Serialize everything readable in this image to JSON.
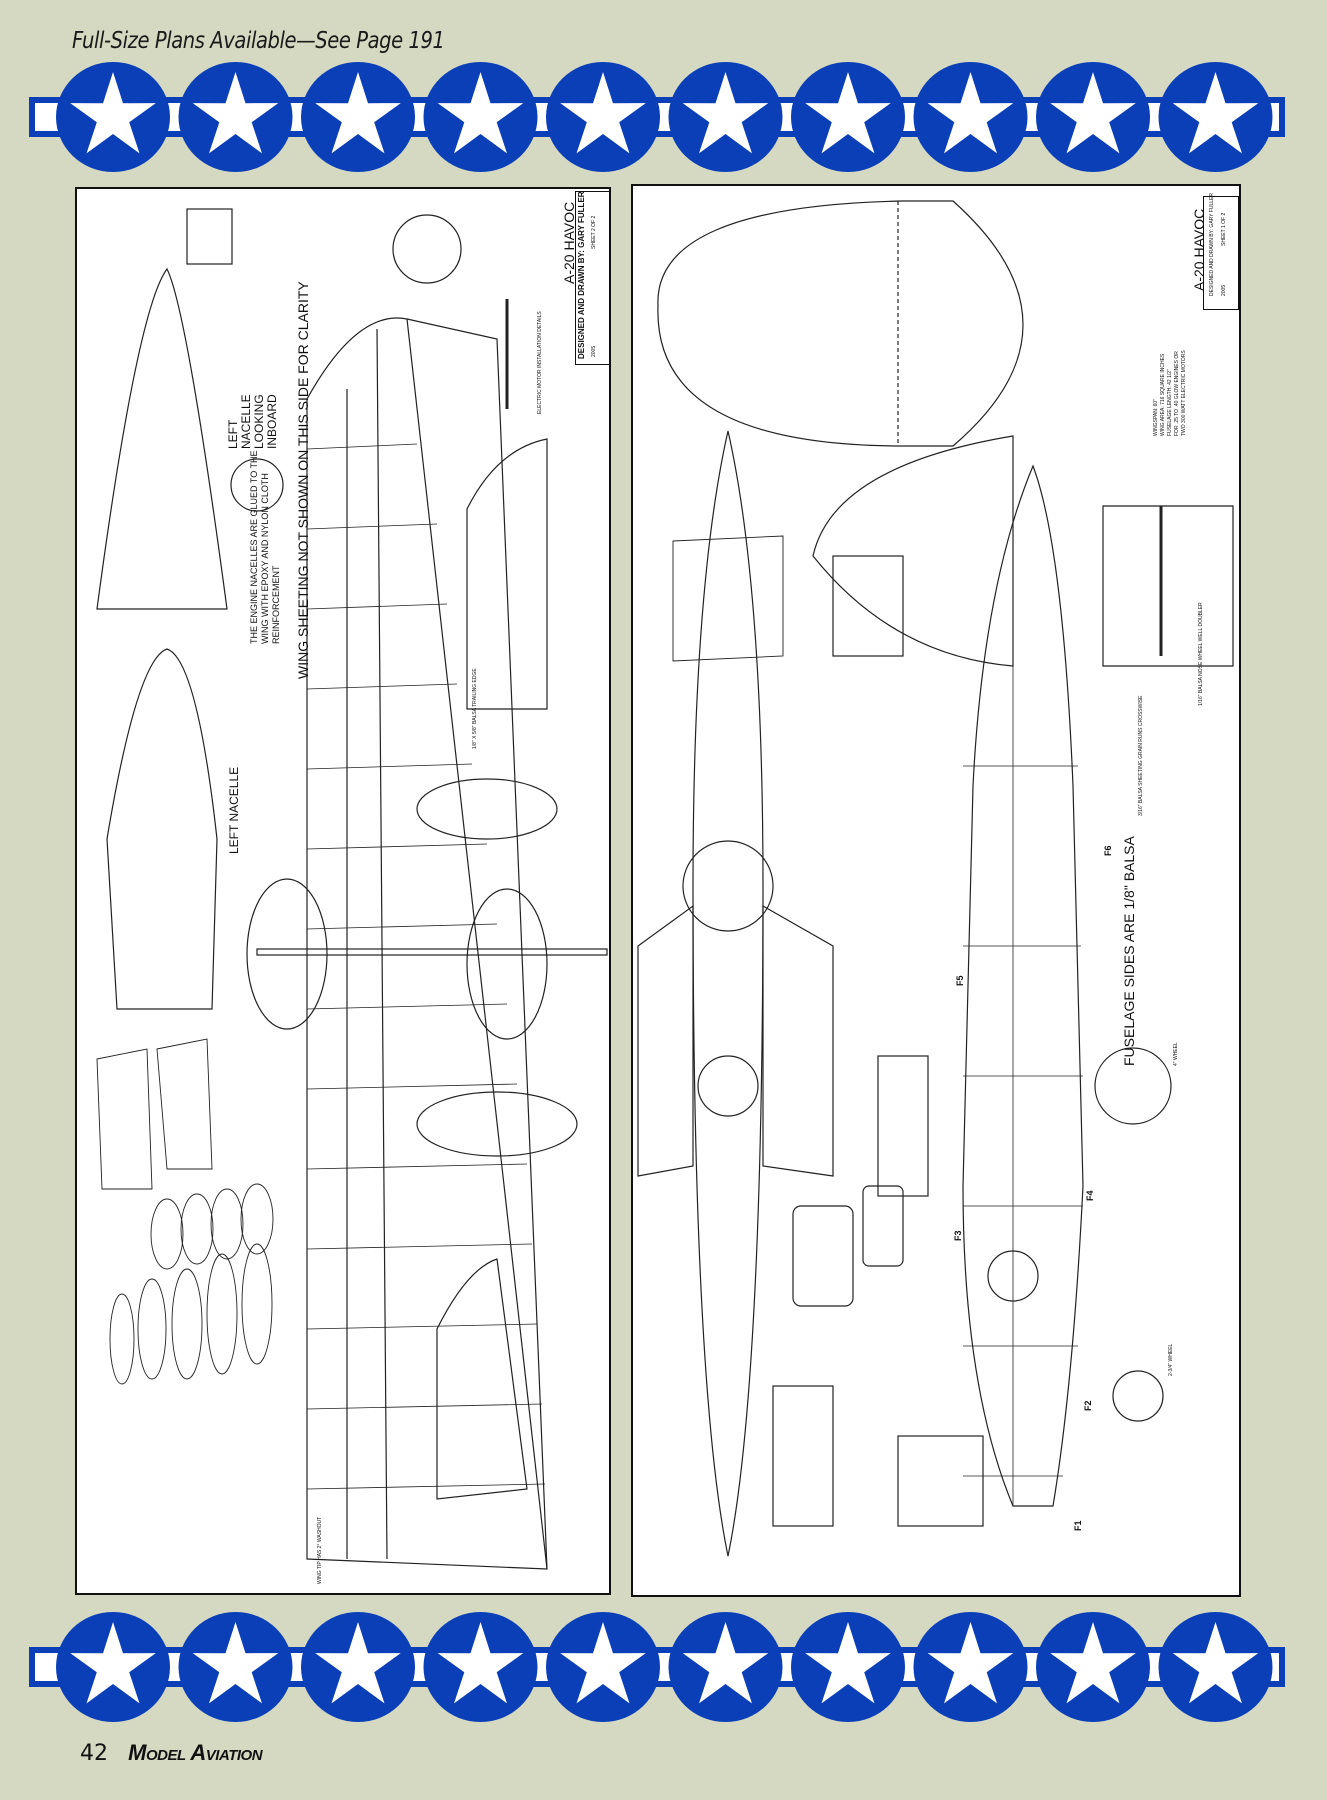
{
  "header": {
    "text": "Full-Size Plans Available—See Page 191"
  },
  "colors": {
    "background": "#d5d9c1",
    "roundel_blue": "#0a3fb8",
    "star": "#ffffff"
  },
  "star_band": {
    "count": 10,
    "icon": "star-roundel-icon"
  },
  "sheet_left": {
    "title": "A-20 HAVOC",
    "designer": "DESIGNED AND DRAWN BY: GARY FULLER",
    "year": "2005",
    "sheet": "SHEET 2 OF 2",
    "labels": {
      "nacelle_inboard": "LEFT NACELLE LOOKING INBOARD",
      "wing_sheeting": "WING SHEETING NOT SHOWN ON THIS SIDE FOR CLARITY",
      "nacelle_glue": "THE ENGINE NACELLES ARE GLUED TO THE WING WITH EPOXY AND NYLON CLOTH REINFORCEMENT",
      "left_nacelle": "LEFT NACELLE",
      "motor_details": "ELECTRIC MOTOR INSTALLATION DETAILS",
      "trailing_edge": "1/8\" X 5/8\" BALSA TRAILING EDGE",
      "washout": "WING TIP HAS 2° WASHOUT"
    }
  },
  "sheet_right": {
    "title": "A-20 HAVOC",
    "designer": "DESIGNED AND DRAWN BY: GARY FULLER",
    "year": "2005",
    "sheet": "SHEET 1 OF 2",
    "specs": [
      "WINGSPAN: 60\"",
      "WING AREA: 716 SQUARE INCHES",
      "FUSELAGE LENGTH: 42 1/2\"",
      "FOR .25 TO .40 GLOW ENGINES OR",
      "TWO 300 WATT ELECTRIC MOTORS"
    ],
    "labels": {
      "fuselage_sides": "FUSELAGE SIDES ARE 1/8\" BALSA",
      "sheeting_grain": "3/16\" BALSA SHEETING GRAIN RUNS CROSSWISE",
      "nose_doubler": "1/16\" BALSA NOSE WHEEL WELL DOUBLER",
      "f6": "F6",
      "f5": "F5",
      "f4": "F4",
      "f3": "F3",
      "f2": "F2",
      "f1": "F1",
      "main_wheel": "4\" WHEEL",
      "nose_wheel": "2-3/4\" WHEEL"
    }
  },
  "footer": {
    "page": "42",
    "magazine": "Model Aviation"
  }
}
